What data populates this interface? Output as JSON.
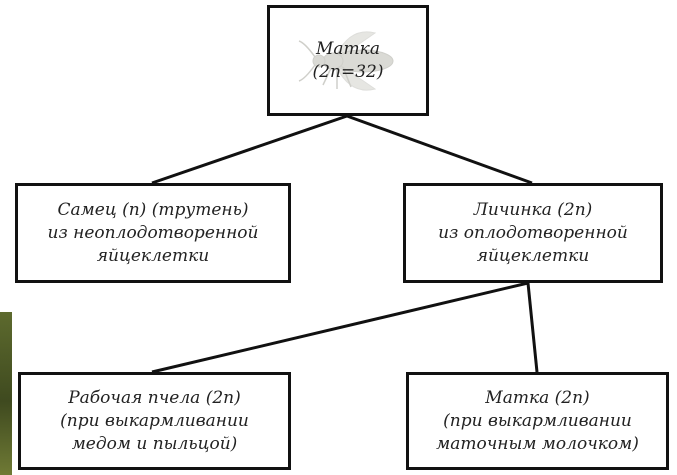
{
  "nodes": {
    "queen": {
      "lines": [
        "Матка",
        "(2n=32)"
      ]
    },
    "drone": {
      "lines": [
        "Самец  (n) (трутень)",
        "из неоплодотворенной",
        "яйцеклетки"
      ]
    },
    "larva": {
      "lines": [
        "Личинка (2n)",
        "из оплодотворенной",
        "яйцеклетки"
      ]
    },
    "worker": {
      "lines": [
        "Рабочая пчела (2n)",
        "(при выкармливании",
        "медом и пыльцой)"
      ]
    },
    "new_queen": {
      "lines": [
        "Матка (2n)",
        "(при выкармливании",
        "маточным молочком)"
      ]
    }
  },
  "colors": {
    "box_border": "#111111",
    "connector": "#111111",
    "text": "#222222",
    "bee_watermark": "#bdbdb4",
    "side_strip": "#4a5524"
  },
  "icons": {
    "queen_watermark": "bee-icon"
  }
}
